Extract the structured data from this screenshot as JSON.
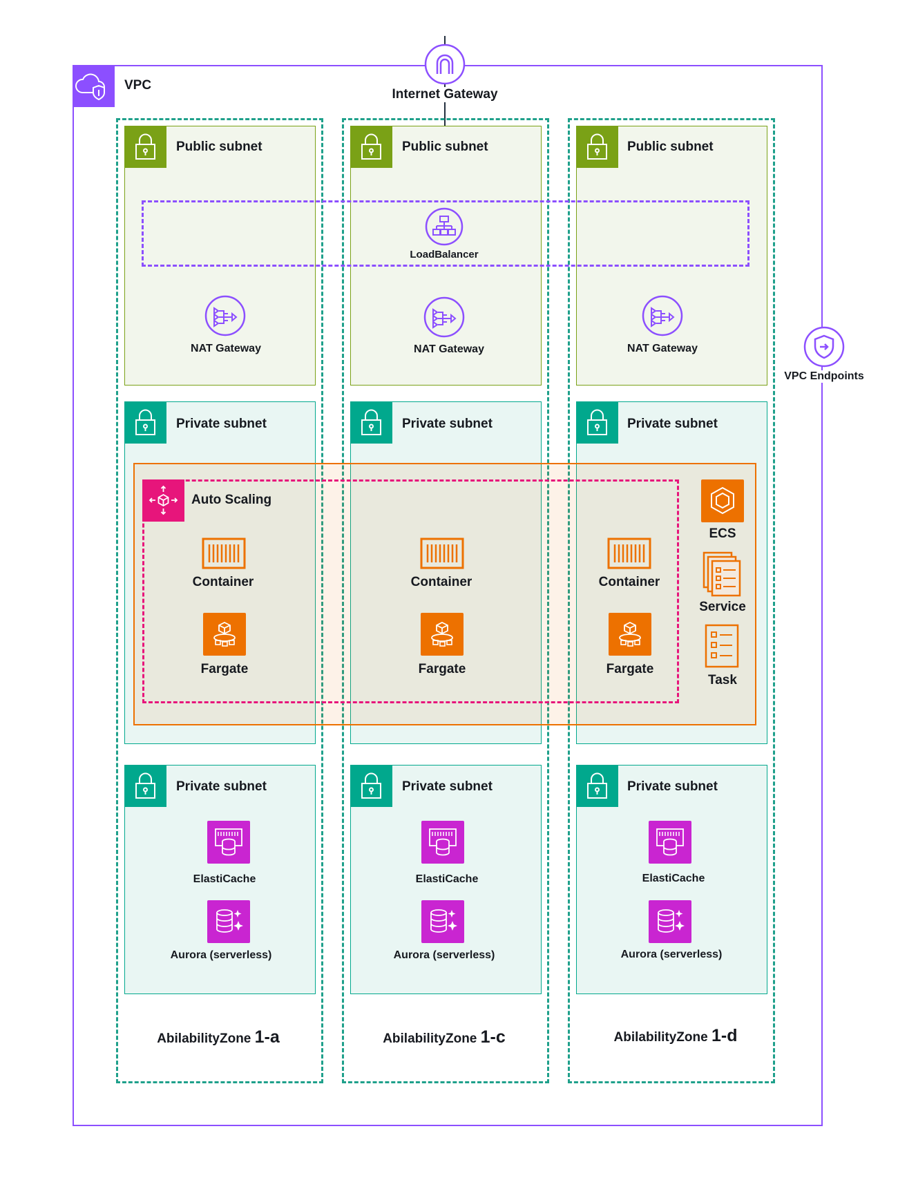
{
  "vpc": {
    "label": "VPC"
  },
  "internet_gateway": {
    "label": "Internet Gateway"
  },
  "load_balancer": {
    "label": "LoadBalancer"
  },
  "vpc_endpoints": {
    "label": "VPC Endpoints"
  },
  "auto_scaling": {
    "label": "Auto Scaling"
  },
  "ecs_legend": {
    "ecs": "ECS",
    "service": "Service",
    "task": "Task"
  },
  "zones": [
    {
      "name_prefix": "AbilabilityZone ",
      "name_suffix": "1-a",
      "public_subnet": "Public subnet",
      "nat": "NAT Gateway",
      "private_app_subnet": "Private subnet",
      "container": "Container",
      "fargate": "Fargate",
      "private_db_subnet": "Private subnet",
      "elasticache": "ElastiCache",
      "aurora": "Aurora (serverless)"
    },
    {
      "name_prefix": "AbilabilityZone ",
      "name_suffix": "1-c",
      "public_subnet": "Public subnet",
      "nat": "NAT Gateway",
      "private_app_subnet": "Private subnet",
      "container": "Container",
      "fargate": "Fargate",
      "private_db_subnet": "Private subnet",
      "elasticache": "ElastiCache",
      "aurora": "Aurora (serverless)"
    },
    {
      "name_prefix": "AbilabilityZone ",
      "name_suffix": "1-d",
      "public_subnet": "Public subnet",
      "nat": "NAT Gateway",
      "private_app_subnet": "Private subnet",
      "container": "Container",
      "fargate": "Fargate",
      "private_db_subnet": "Private subnet",
      "elasticache": "ElastiCache",
      "aurora": "Aurora (serverless)"
    }
  ],
  "colors": {
    "vpc": "#8c4fff",
    "az": "#1fa08b",
    "public_subnet": "#7aa116",
    "private_subnet": "#01a88d",
    "compute": "#ed7100",
    "auto_scaling": "#e7157b",
    "database": "#c925d1"
  }
}
